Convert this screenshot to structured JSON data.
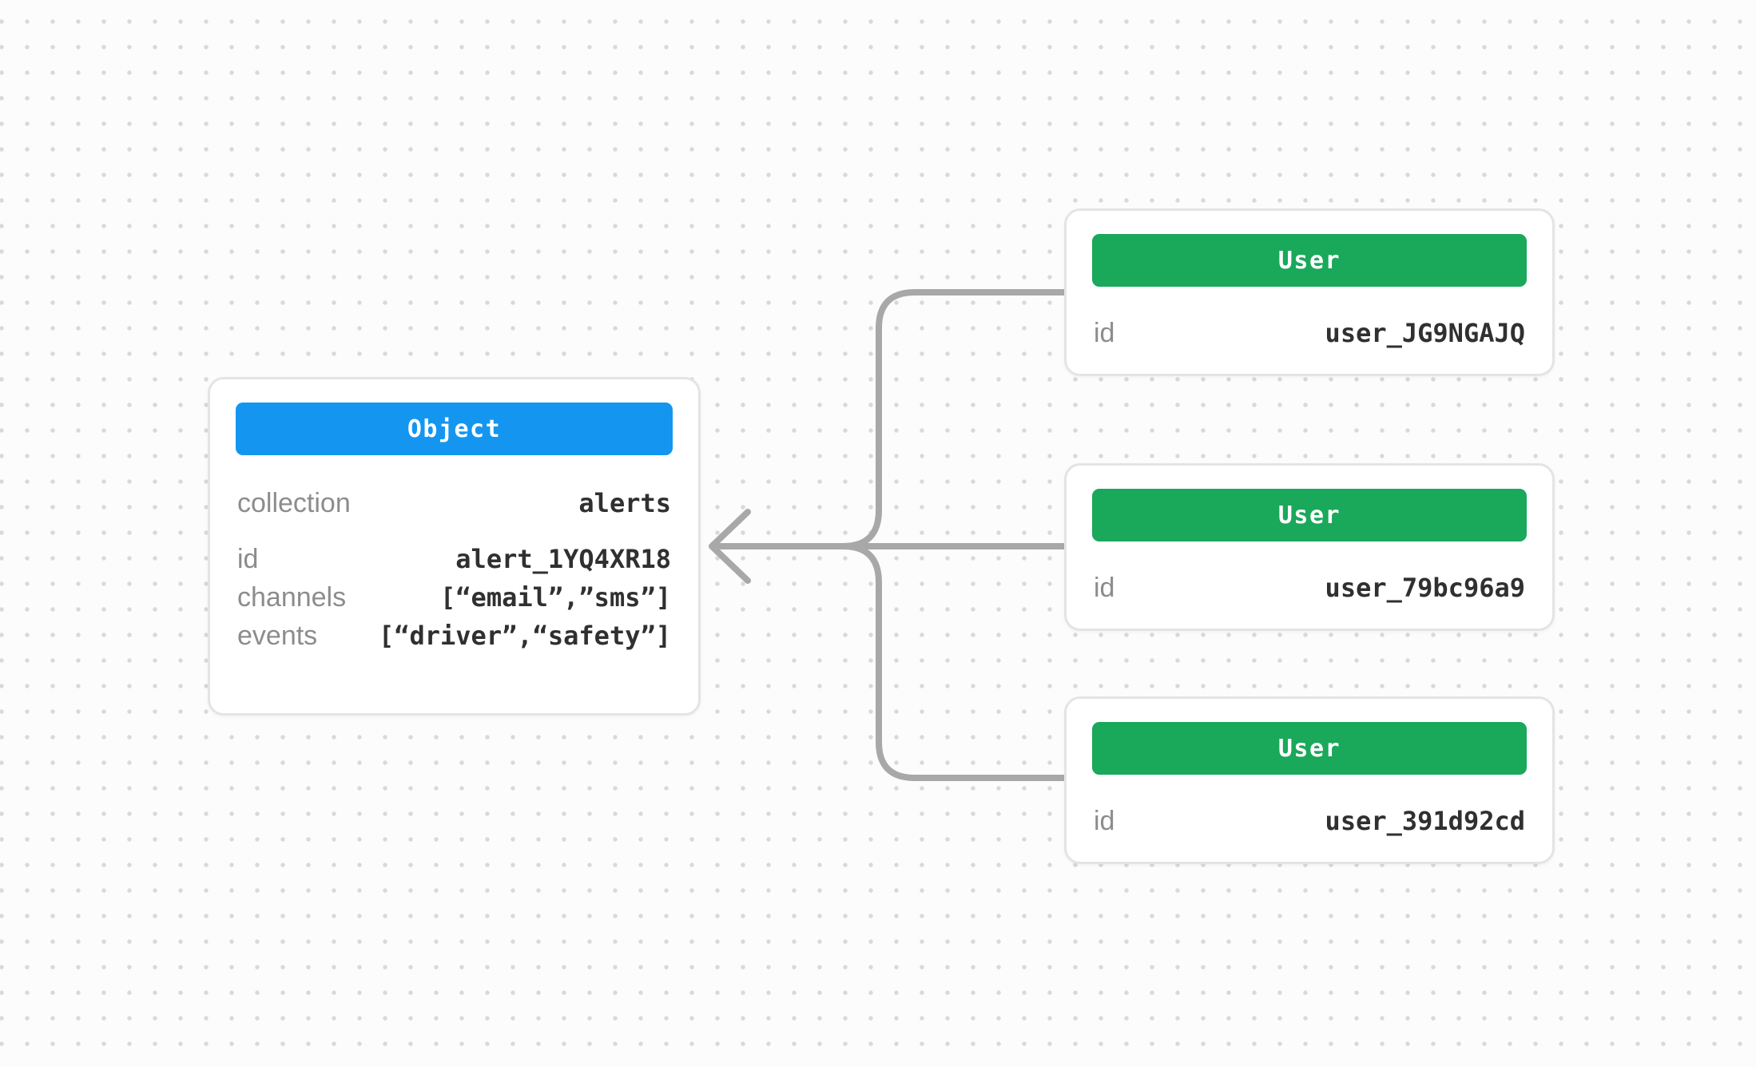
{
  "colors": {
    "background": "#fcfcfc",
    "dot": "#d9d9d9",
    "card_bg": "#ffffff",
    "card_border": "#e4e4e4",
    "object_header": "#1496f0",
    "user_header": "#1aa85a",
    "header_text": "#ffffff",
    "label": "#8c8c8c",
    "value": "#303030",
    "connector": "#a8a8a8"
  },
  "object_card": {
    "header": "Object",
    "fields": [
      {
        "label": "collection",
        "value": "alerts"
      },
      {
        "label": "id",
        "value": "alert_1YQ4XR18"
      },
      {
        "label": "channels",
        "value": "[“email”,”sms”]"
      },
      {
        "label": "events",
        "value": "[“driver”,“safety”]"
      }
    ]
  },
  "user_cards": [
    {
      "header": "User",
      "fields": [
        {
          "label": "id",
          "value": "user_JG9NGAJQ"
        }
      ]
    },
    {
      "header": "User",
      "fields": [
        {
          "label": "id",
          "value": "user_79bc96a9"
        }
      ]
    },
    {
      "header": "User",
      "fields": [
        {
          "label": "id",
          "value": "user_391d92cd"
        }
      ]
    }
  ]
}
